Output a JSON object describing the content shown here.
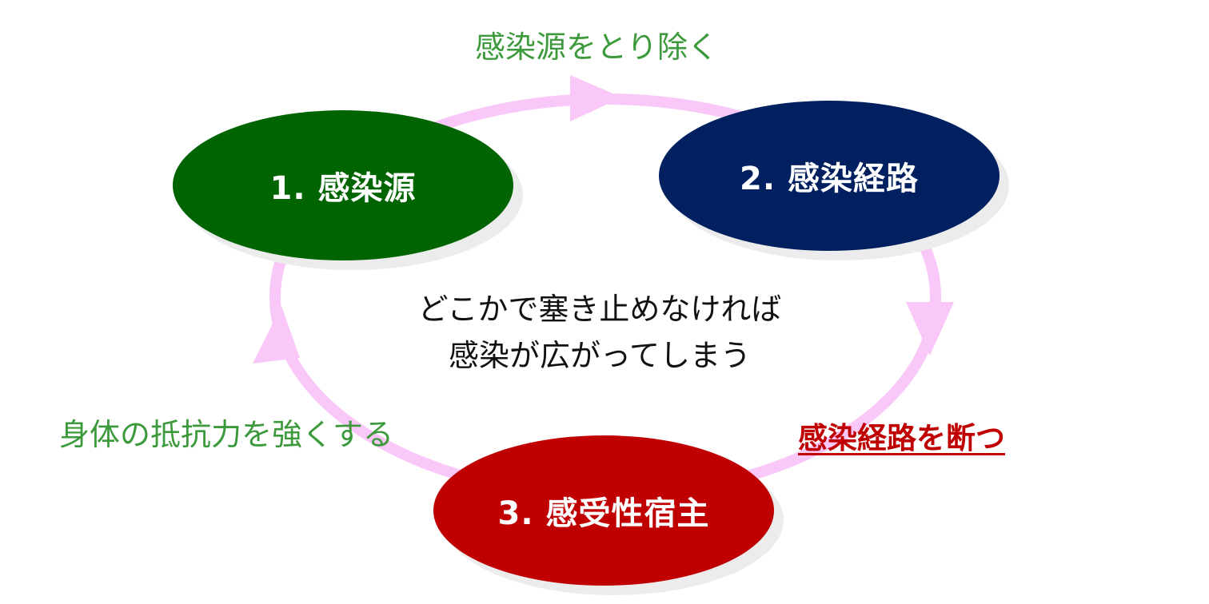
{
  "colors": {
    "loop": "#fac8f8",
    "node1": "#006400",
    "node2": "#002060",
    "node3": "#c00000",
    "action_text": "#3c9a3c",
    "emphasis_text": "#c00000",
    "center_text": "#111111"
  },
  "nodes": [
    {
      "label": "1. 感染源"
    },
    {
      "label": "2. 感染経路"
    },
    {
      "label": "3. 感受性宿主"
    }
  ],
  "actions": {
    "top": "感染源をとり除く",
    "left": "身体の抵抗力を強くする",
    "right": "感染経路を断つ"
  },
  "center": {
    "line1": "どこかで塞き止めなければ",
    "line2": "感染が広がってしまう"
  }
}
